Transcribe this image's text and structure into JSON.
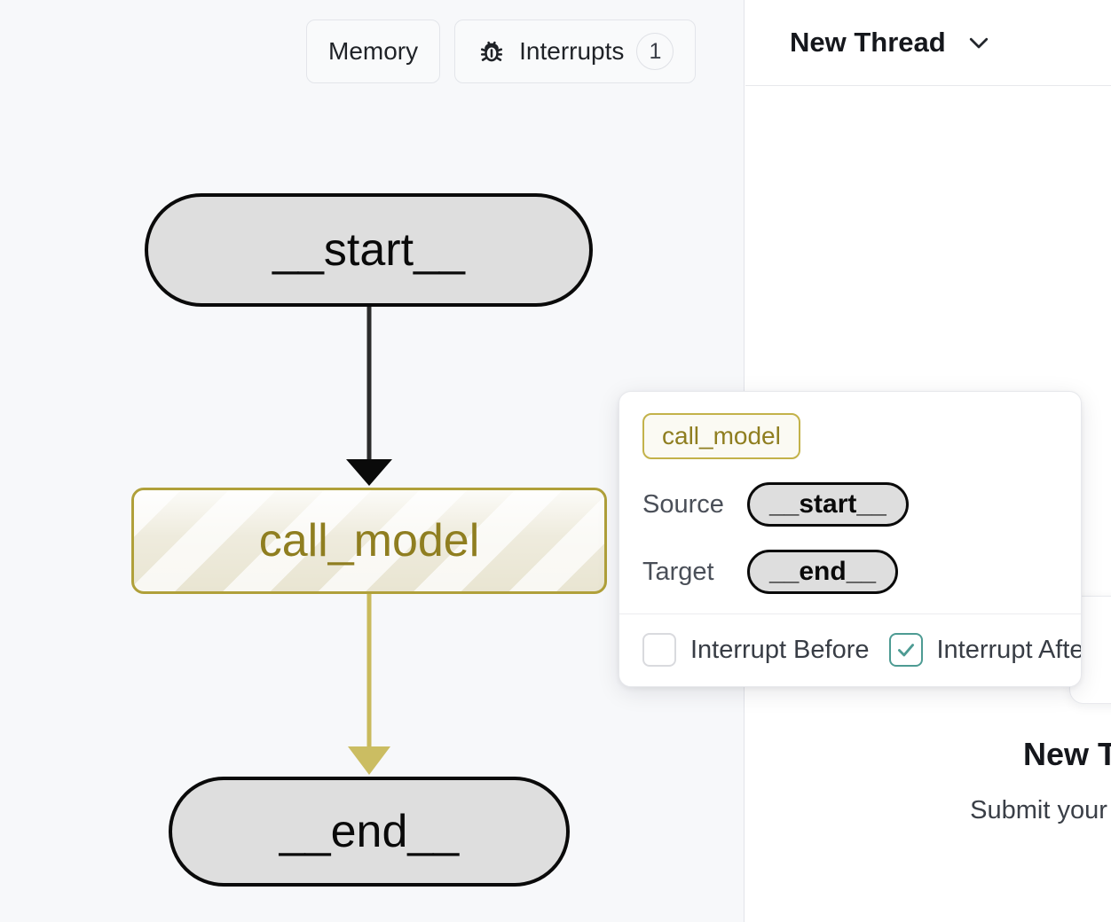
{
  "toolbar": {
    "memory_label": "Memory",
    "interrupts_label": "Interrupts",
    "interrupts_count": "1",
    "bug_icon_name": "bug-icon"
  },
  "graph": {
    "nodes": [
      {
        "id": "start",
        "label": "__start__",
        "type": "terminal",
        "state": "idle"
      },
      {
        "id": "call_model",
        "label": "call_model",
        "type": "task",
        "state": "running"
      },
      {
        "id": "end",
        "label": "__end__",
        "type": "terminal",
        "state": "idle"
      }
    ],
    "edges": [
      {
        "from": "start",
        "to": "call_model",
        "color": "#2b2b2b"
      },
      {
        "from": "call_model",
        "to": "end",
        "color": "#c9ba5c"
      }
    ]
  },
  "popup": {
    "node_chip": "call_model",
    "source_label": "Source",
    "source_value": "__start__",
    "target_label": "Target",
    "target_value": "__end__",
    "interrupt_before_label": "Interrupt Before",
    "interrupt_before_checked": false,
    "interrupt_after_label": "Interrupt After",
    "interrupt_after_checked": true
  },
  "right_panel": {
    "thread_title": "New Thread",
    "chevron_icon_name": "chevron-down-icon",
    "empty_title": "New T",
    "empty_subtitle": "Submit your input",
    "overflow_dots": "⋮"
  },
  "colors": {
    "canvas_bg": "#f7f8fa",
    "panel_bg": "#ffffff",
    "node_fill": "#dedede",
    "node_stroke": "#0a0a0a",
    "accent_gold": "#b0a03a",
    "accent_gold_text": "#8f7e20",
    "edge_gold": "#c9ba5c",
    "edge_dark": "#2b2b2b",
    "check_teal": "#4d9b93",
    "border_light": "#e7e8ec"
  }
}
